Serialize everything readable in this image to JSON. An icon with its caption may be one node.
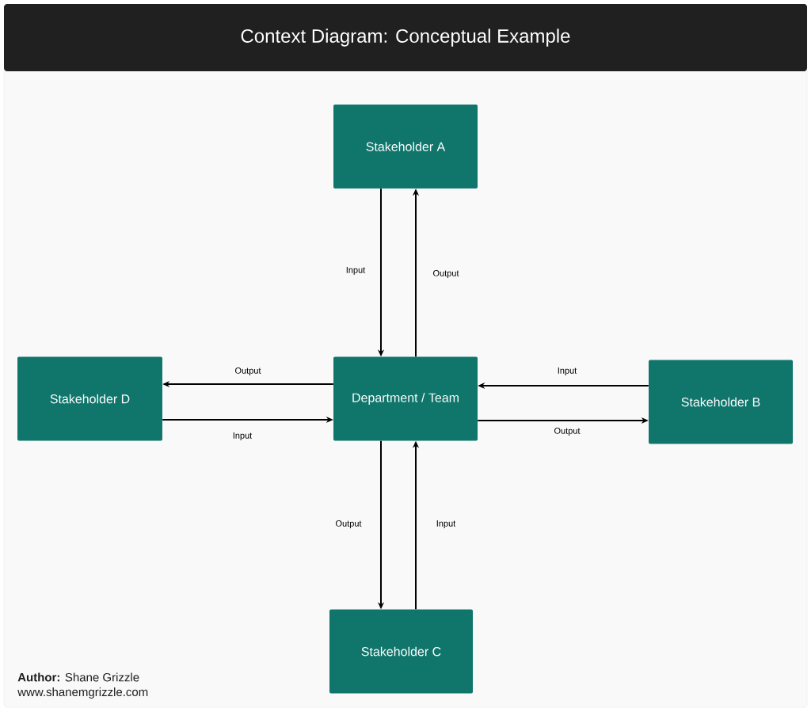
{
  "diagram": {
    "title": "Context Diagram: Conceptual Example",
    "nodes": [
      {
        "text": [
          "Stakeholder A"
        ]
      },
      {
        "text": [
          "Stakeholder D"
        ]
      },
      {
        "text": [
          "Department / Team"
        ]
      },
      {
        "text": [
          "Stakeholder B"
        ]
      },
      {
        "text": [
          "Stakeholder C"
        ]
      }
    ],
    "edges": [
      {
        "from": 0,
        "to": 2,
        "arrow": "to",
        "label": "Input"
      },
      {
        "from": 2,
        "to": 0,
        "arrow": "to",
        "label": "Output"
      },
      {
        "from": 2,
        "to": 1,
        "arrow": "to",
        "label": "Output"
      },
      {
        "from": 1,
        "to": 2,
        "arrow": "to",
        "label": "Input"
      },
      {
        "from": 3,
        "to": 2,
        "arrow": "to",
        "label": "Input"
      },
      {
        "from": 2,
        "to": 3,
        "arrow": "to",
        "label": "Output"
      },
      {
        "from": 2,
        "to": 4,
        "arrow": "to",
        "label": "Output"
      },
      {
        "from": 4,
        "to": 2,
        "arrow": "to",
        "label": "Input"
      }
    ],
    "labels": [
      "**Author:** Shane Grizzle",
      "www.shanemgrizzle.com"
    ]
  }
}
